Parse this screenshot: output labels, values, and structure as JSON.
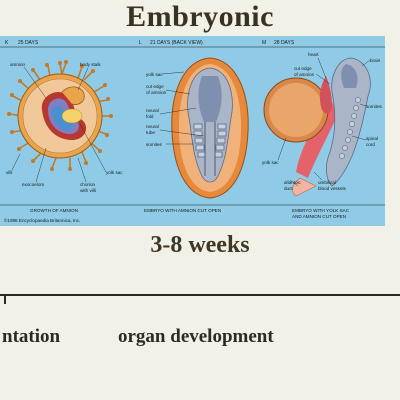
{
  "title": "Embryonic",
  "panels": [
    {
      "letter": "K",
      "days": "25 DAYS",
      "caption": "GROWTH OF AMNION"
    },
    {
      "letter": "L",
      "days": "21 DAYS (BACK VIEW)",
      "caption": "EMBRYO WITH AMNION CUT OPEN"
    },
    {
      "letter": "M",
      "days": "28 DAYS",
      "caption_line1": "EMBRYO WITH YOLK SAC",
      "caption_line2": "AND AMNION CUT OPEN"
    }
  ],
  "labels": {
    "amnion": "amnion",
    "body_stalk": "body stalk",
    "villi": "villi",
    "exocoelom": "exocoelom",
    "chorion_1": "chorion",
    "chorion_2": "with villi",
    "yolk_sac_k": "yolk sac",
    "yolk_sac_l": "yolk sac",
    "cut_edge_l1": "cut edge",
    "cut_edge_l2": "of amnion",
    "neural_fold_1": "neural",
    "neural_fold_2": "fold",
    "neural_tube_1": "neural",
    "neural_tube_2": "tube",
    "somites_l": "somites",
    "heart": "heart",
    "cut_edge_m1": "cut edge",
    "cut_edge_m2": "of amnion",
    "brain": "brain",
    "somites_m": "somites",
    "spinal_cord_1": "spinal",
    "spinal_cord_2": "cord",
    "yolk_sac_m": "yolk sac",
    "allantoic_1": "allantoic",
    "allantoic_2": "duct",
    "umbilical_1": "umbilical",
    "umbilical_2": "blood vessels"
  },
  "copyright": "©1998 Encyclopaedia Britannica, Inc.",
  "subtitle": "3-8 weeks",
  "bottom_left": "ntation",
  "bottom_right": "organ development"
}
